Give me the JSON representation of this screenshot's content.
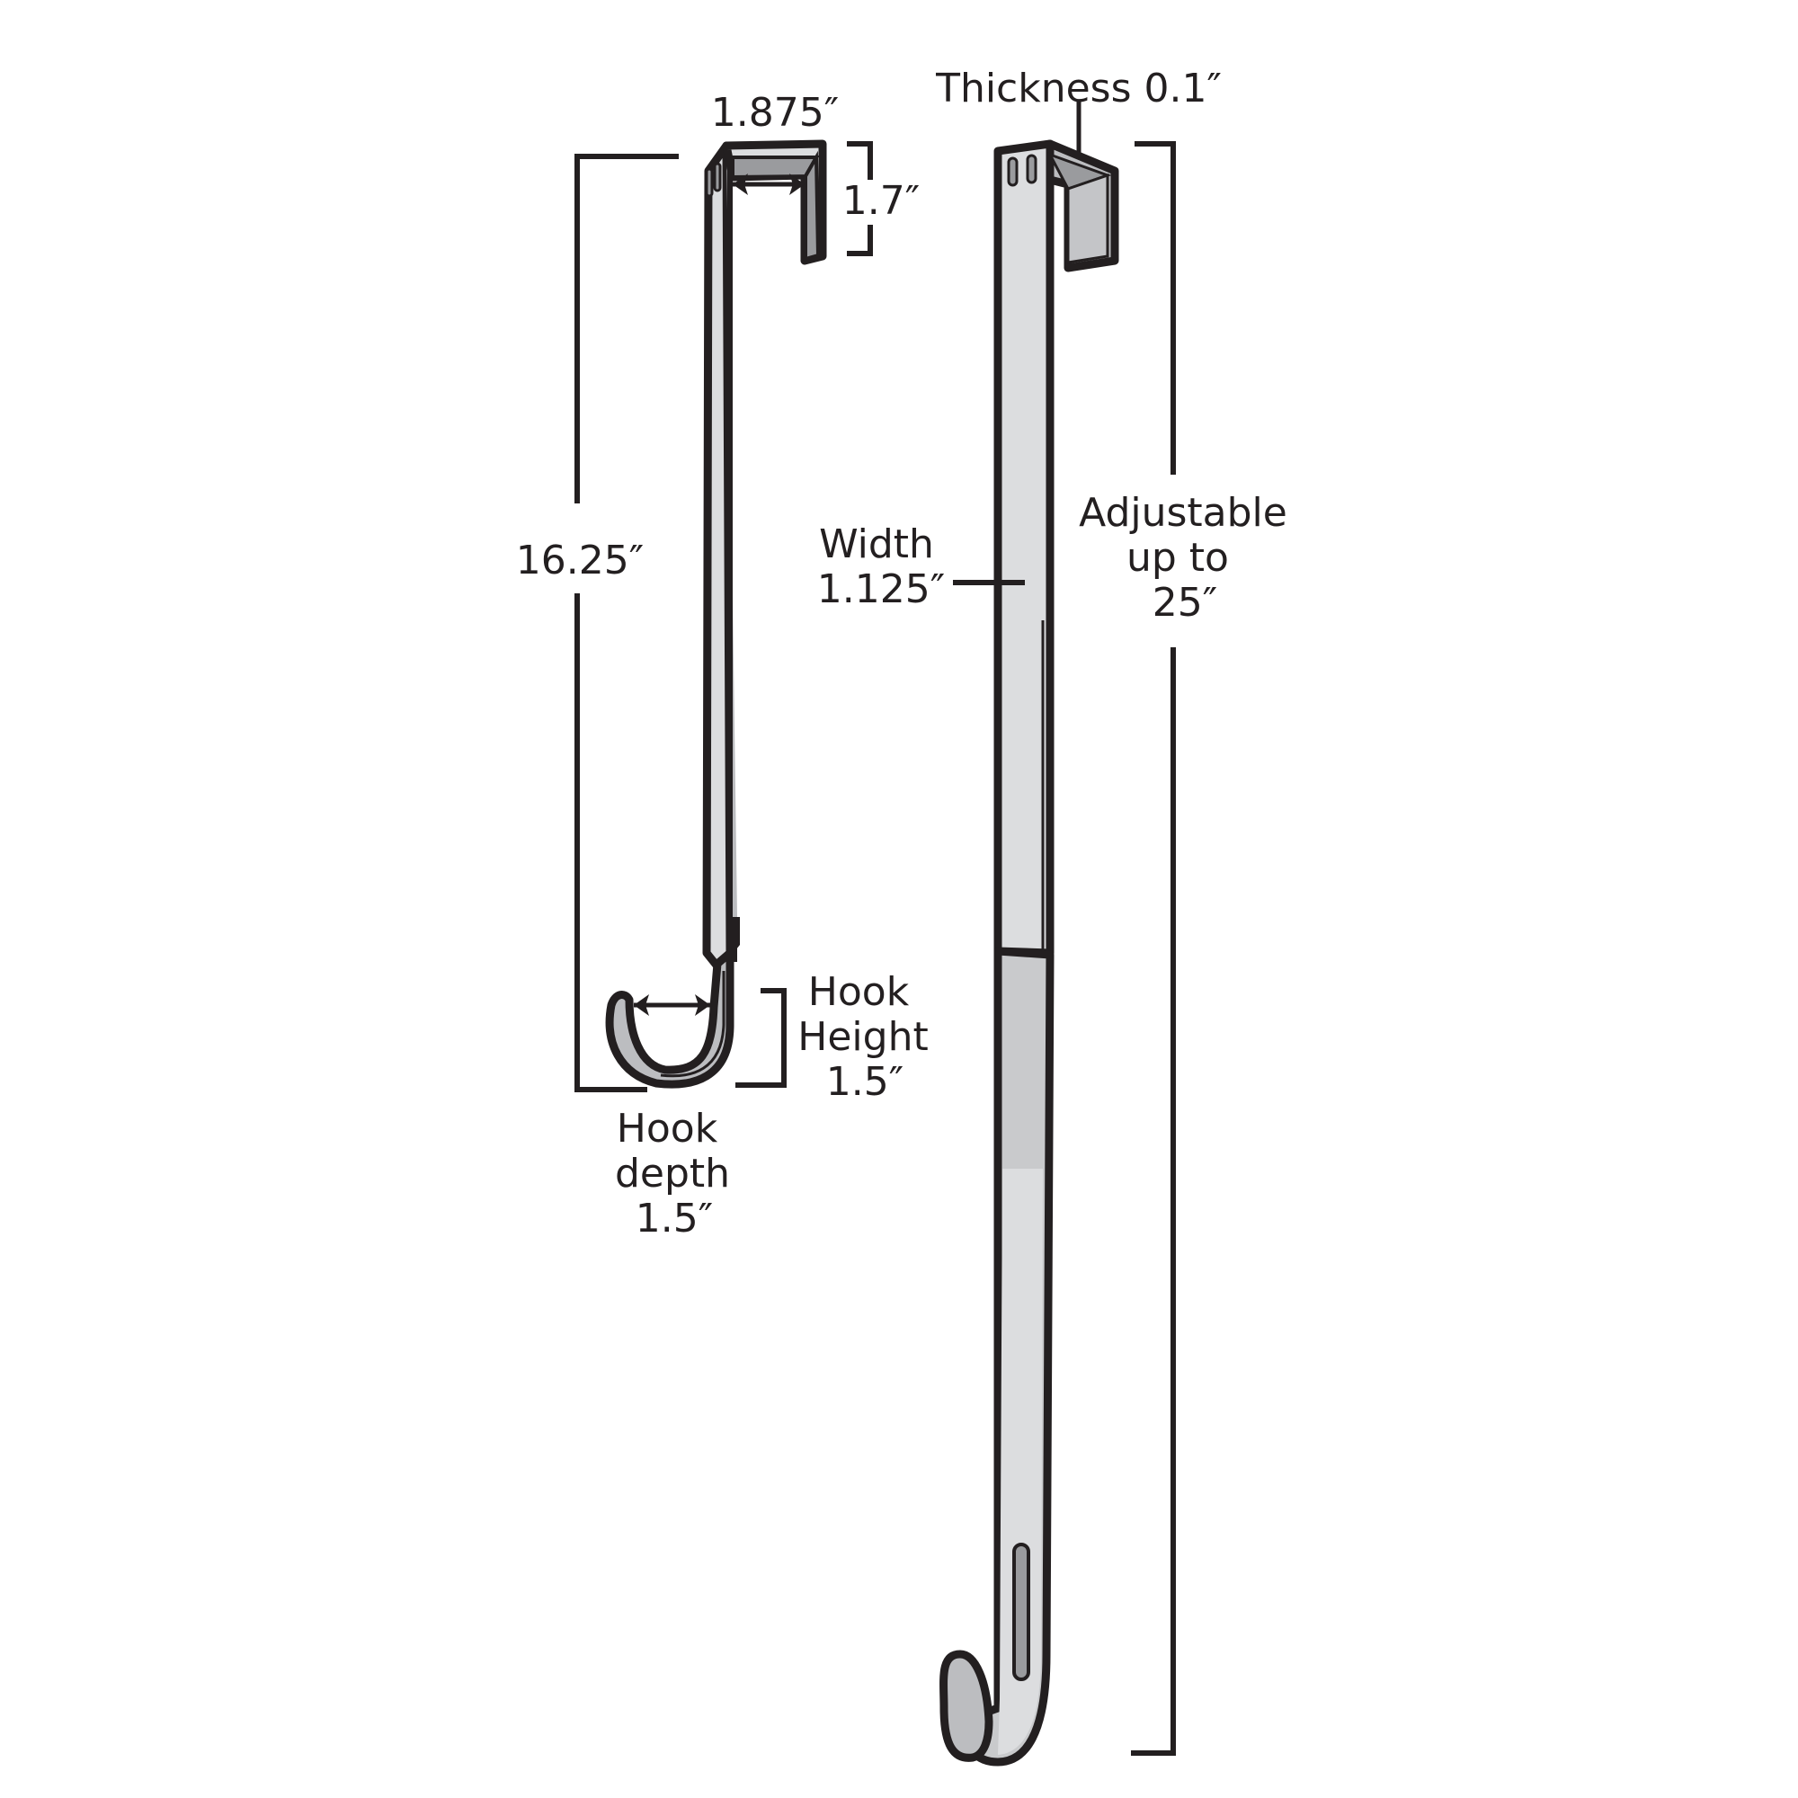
{
  "diagram": {
    "subject": "Over-the-door hanger dimensions",
    "colors": {
      "ink": "#231f20",
      "metal_light": "#dcdddf",
      "metal_mid": "#bcbdc0",
      "metal_dark": "#9a9b9e",
      "background": "#ffffff"
    },
    "left_hanger": {
      "top_width": "1.875″",
      "top_height": "1.7″",
      "total_height": "16.25″",
      "hook_height": {
        "line1": "Hook",
        "line2": "Height",
        "line3": "1.5″"
      },
      "hook_depth": {
        "line1": "Hook",
        "line2": "depth",
        "line3": "1.5″"
      }
    },
    "right_hanger": {
      "thickness": "Thickness 0.1″",
      "width": {
        "line1": "Width",
        "line2": "1.125″"
      },
      "adjustable": {
        "line1": "Adjustable",
        "line2": "up to",
        "line3": "25″"
      }
    }
  }
}
